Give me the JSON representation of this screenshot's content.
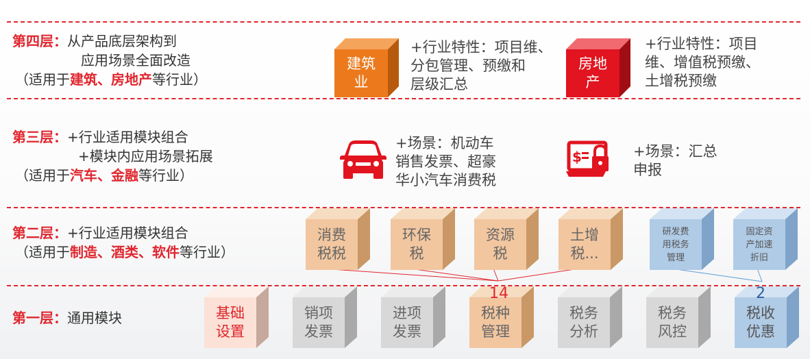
{
  "layer4": {
    "label": "第四层：",
    "line1": "从产品底层架构到",
    "line2": "应用场景全面改造",
    "paren_open": "（适用于",
    "hl1": "建筑",
    "sep": "、",
    "hl2": "房地产",
    "paren_close": "等行业）",
    "desc_jianzhu": [
      "+行业特性：项目维、",
      "分包管理、预缴和",
      "层级汇总"
    ],
    "desc_fangdichan": [
      "+行业特性：项目",
      "维、增值税预缴、",
      "土增税预缴"
    ]
  },
  "layer3": {
    "label": "第三层：",
    "line1": "+行业适用模块组合",
    "line2": "+模块内应用场景拓展",
    "paren_open": "（适用于",
    "hl1": "汽车",
    "sep": "、",
    "hl2": "金融",
    "paren_close": "等行业）",
    "desc_car": [
      "+场景：机动车",
      "销售发票、超豪",
      "华小汽车消费税"
    ],
    "desc_report": [
      "+场景：汇总",
      "申报"
    ]
  },
  "layer2": {
    "label": "第二层：",
    "line1": "+行业适用模块组合",
    "paren_open": "（适用于",
    "hl1": "制造",
    "sep1": "、",
    "hl2": "酒类",
    "sep2": "、",
    "hl3": "软件",
    "paren_close": "等行业）"
  },
  "layer1": {
    "label": "第一层：",
    "text": "通用模块"
  },
  "cubes": {
    "jianzhu": [
      "建筑",
      "业"
    ],
    "fangdichan": [
      "房地",
      "产"
    ],
    "xiaofeishui": [
      "消费",
      "税税"
    ],
    "huanbao": [
      "环保",
      "税"
    ],
    "ziyuan": [
      "资源",
      "税"
    ],
    "tuzeng": [
      "土增",
      "税..."
    ],
    "yanfa": [
      "研发费",
      "用税务",
      "管理"
    ],
    "guding": [
      "固定资",
      "产加速",
      "折旧"
    ],
    "jichu": [
      "基础",
      "设置"
    ],
    "xiaoxiang": [
      "销项",
      "发票"
    ],
    "jinxiang": [
      "进项",
      "发票"
    ],
    "shuizhong": [
      "税种",
      "管理"
    ],
    "fenxi": [
      "税务",
      "分析"
    ],
    "fengkong": [
      "税务",
      "风控"
    ],
    "youhui": [
      "税收",
      "优惠"
    ]
  },
  "badges": {
    "shuizhong_count": "14",
    "youhui_count": "2"
  },
  "colors": {
    "accent_red": "#e0262e",
    "orange": "#ec7a1c",
    "red": "#e1141f",
    "tan": "#f2c69f",
    "blue": "#b0cbe6",
    "gray": "#d8d8d8",
    "pink": "#fbe1d6"
  },
  "icons": [
    "car-icon",
    "tax-lock-laptop-icon"
  ]
}
